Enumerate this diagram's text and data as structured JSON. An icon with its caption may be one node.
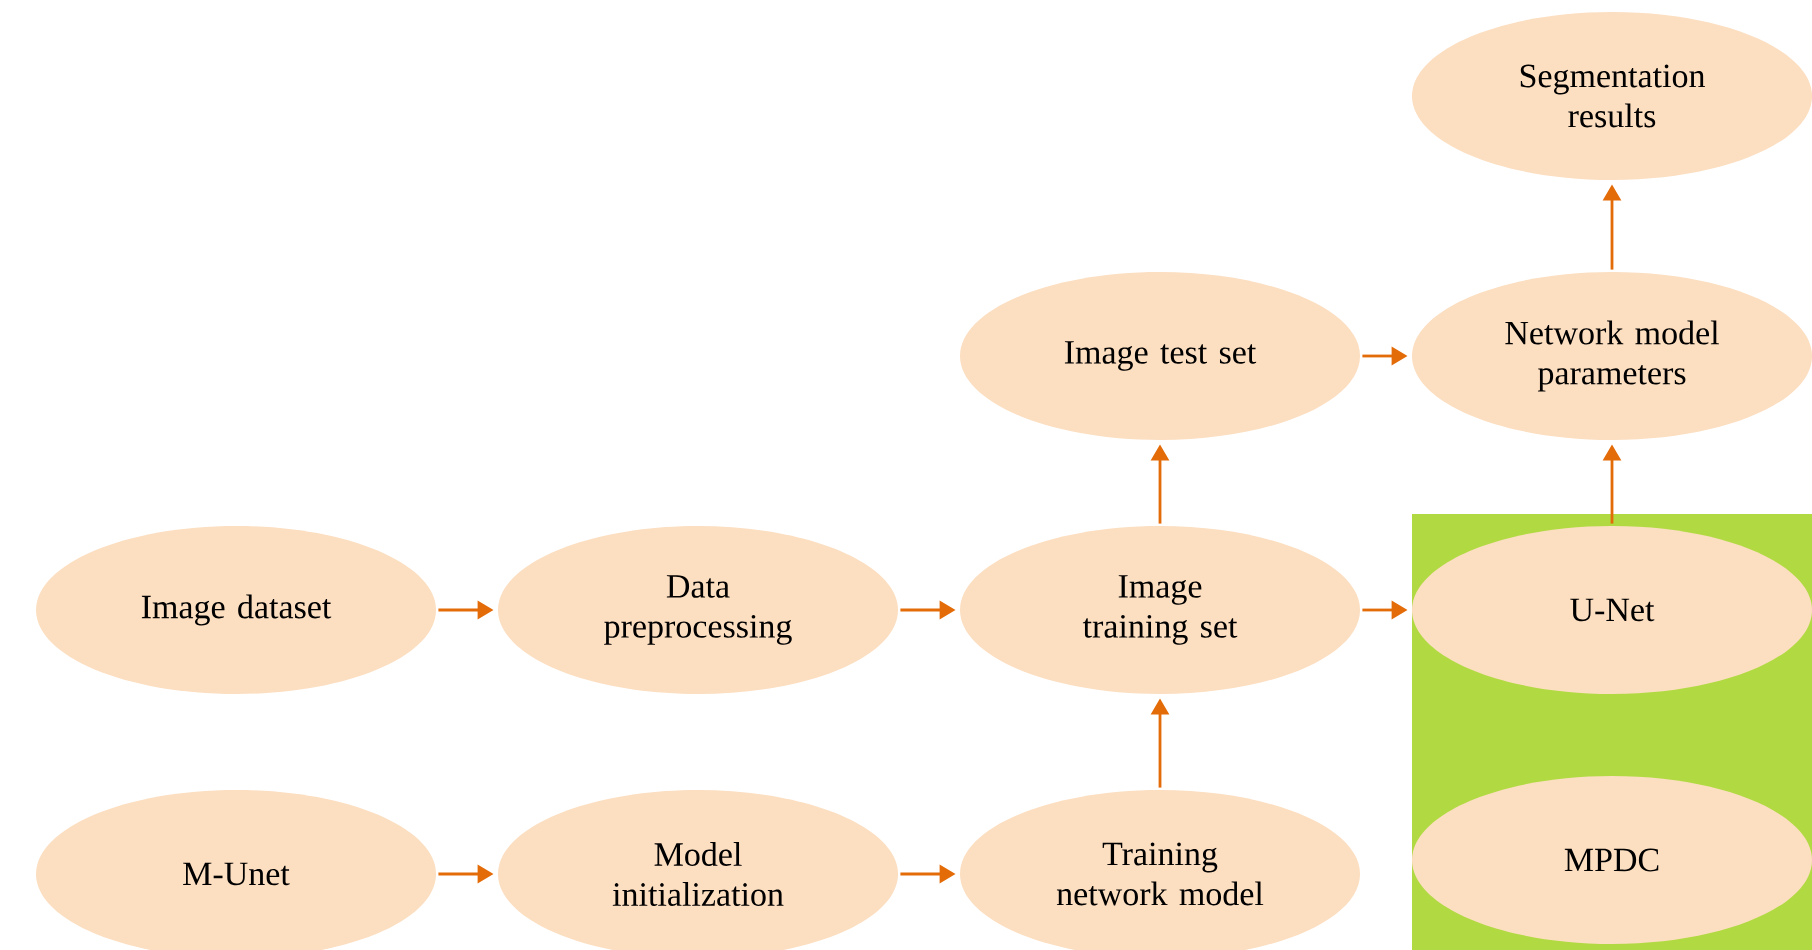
{
  "diagram": {
    "nodes": [
      {
        "text": [
          "Segmentation results"
        ]
      },
      {
        "text": [
          "Image test set"
        ]
      },
      {
        "text": [
          "Network model parameters"
        ]
      },
      {
        "text": [
          "Image dataset"
        ]
      },
      {
        "text": [
          "Data preprocessing"
        ]
      },
      {
        "text": [
          "Image training set"
        ]
      },
      {
        "text": [],
        "shape": "box"
      },
      {
        "text": [
          "U-Net"
        ],
        "in": 6
      },
      {
        "text": [
          "M-Unet"
        ]
      },
      {
        "text": [
          "Model initialization"
        ]
      },
      {
        "text": [
          "Training network model"
        ]
      },
      {
        "text": [
          "MPDC"
        ],
        "in": 6
      }
    ],
    "edges": [
      {
        "from": 3,
        "to": 4,
        "arrow": "to"
      },
      {
        "from": 4,
        "to": 5,
        "arrow": "to"
      },
      {
        "from": 5,
        "to": 7,
        "arrow": "to"
      },
      {
        "from": 8,
        "to": 9,
        "arrow": "to"
      },
      {
        "from": 9,
        "to": 10,
        "arrow": "to"
      },
      {
        "from": 10,
        "to": 5,
        "arrow": "to"
      },
      {
        "from": 5,
        "to": 1,
        "arrow": "to"
      },
      {
        "from": 1,
        "to": 2,
        "arrow": "to"
      },
      {
        "from": 7,
        "to": 2,
        "arrow": "to"
      },
      {
        "from": 2,
        "to": 0,
        "arrow": "to"
      }
    ]
  }
}
